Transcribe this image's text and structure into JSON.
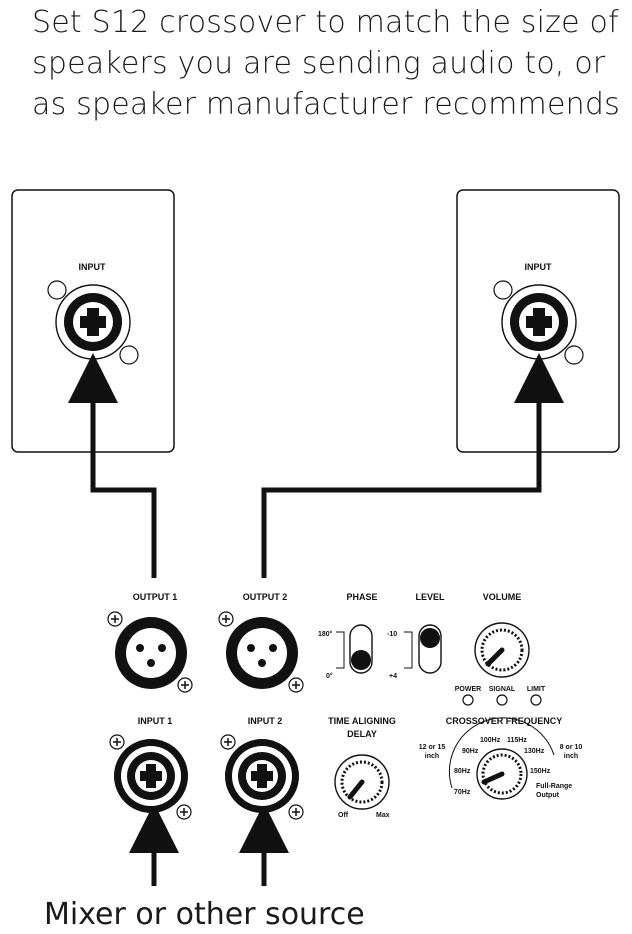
{
  "caption": {
    "line1": "Set S12 crossover to match the size of",
    "line2": "speakers you are sending audio to, or",
    "line3": "as speaker manufacturer recommends"
  },
  "speakers": {
    "left_input_label": "INPUT",
    "right_input_label": "INPUT"
  },
  "panel": {
    "output1": "OUTPUT 1",
    "output2": "OUTPUT 2",
    "input1": "INPUT 1",
    "input2": "INPUT 2",
    "phase": "PHASE",
    "phase_top": "180°",
    "phase_bottom": "0°",
    "level": "LEVEL",
    "level_top": "-10",
    "level_bottom": "+4",
    "volume": "VOLUME",
    "power": "POWER",
    "signal": "SIGNAL",
    "limit": "LIMIT",
    "time_aligning_line1": "TIME ALIGNING",
    "time_aligning_line2": "DELAY",
    "delay_off": "Off",
    "delay_max": "Max",
    "crossover": "CROSSOVER FREQUENCY",
    "f100": "100Hz",
    "f115": "115Hz",
    "f90": "90Hz",
    "f130": "130Hz",
    "f80": "80Hz",
    "f150": "150Hz",
    "f70": "70Hz",
    "full_range_1": "Full-Range",
    "full_range_2": "Output",
    "small_size_1": "12 or 15",
    "small_size_2": "inch",
    "large_size_1": "8 or 10",
    "large_size_2": "inch"
  },
  "footer": "Mixer or other source"
}
